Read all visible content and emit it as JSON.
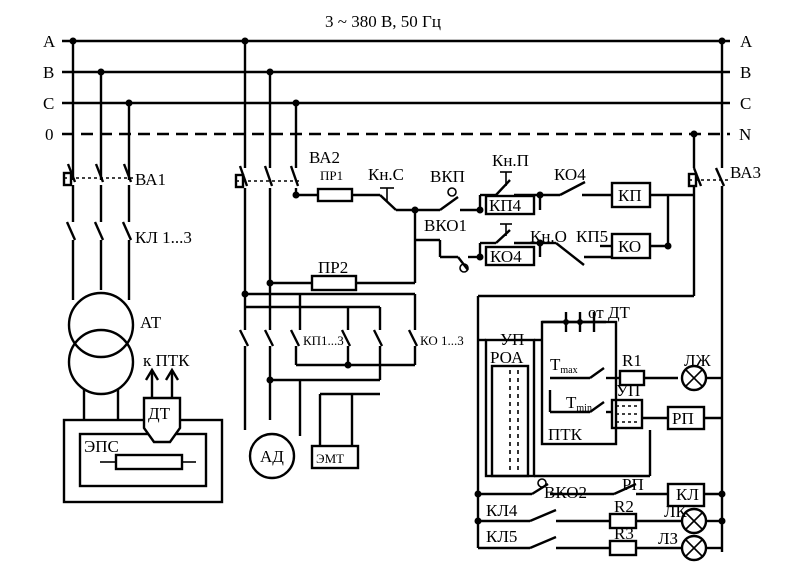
{
  "title": "3 ~ 380 В, 50 Гц",
  "buses": {
    "a_left": "A",
    "b_left": "B",
    "c_left": "C",
    "n_left": "0",
    "a_right": "A",
    "b_right": "B",
    "c_right": "C",
    "n_right": "N"
  },
  "labels": {
    "va1": "ВА1",
    "kl13": "КЛ 1...3",
    "at": "АТ",
    "k_ptk": "к ПТК",
    "dt_box": "ДТ",
    "eps": "ЭПС",
    "va2": "ВА2",
    "pr1": "ПР1",
    "kn_s": "Кн.С",
    "vkp": "ВКП",
    "kn_p": "Кн.П",
    "ko4_top": "КО4",
    "kp_coil": "КП",
    "vko1": "ВКО1",
    "kp4": "КП4",
    "kn_o": "Кн.О",
    "kp5": "КП5",
    "ko4_coil": "КО4",
    "ko_coil": "КО",
    "pr2": "ПР2",
    "kp13": "КП1...3",
    "ko13": "КО 1...3",
    "ad": "АД",
    "emt": "ЭМТ",
    "va3": "ВА3",
    "ot_dt": "от ДТ",
    "up_top": "УП",
    "roa": "РОА",
    "tmax": "T",
    "tmax_sub": "max",
    "r1": "R1",
    "lzh": "ЛЖ",
    "up_mid": "УП",
    "tmin": "T",
    "tmin_sub": "min",
    "ptk": "ПТК",
    "rp_coil": "РП",
    "vko2": "ВКО2",
    "rp_contact": "РП",
    "kl_coil": "КЛ",
    "kl4": "КЛ4",
    "r2": "R2",
    "lk": "ЛК",
    "kl5": "КЛ5",
    "r3": "R3",
    "lz": "ЛЗ"
  }
}
